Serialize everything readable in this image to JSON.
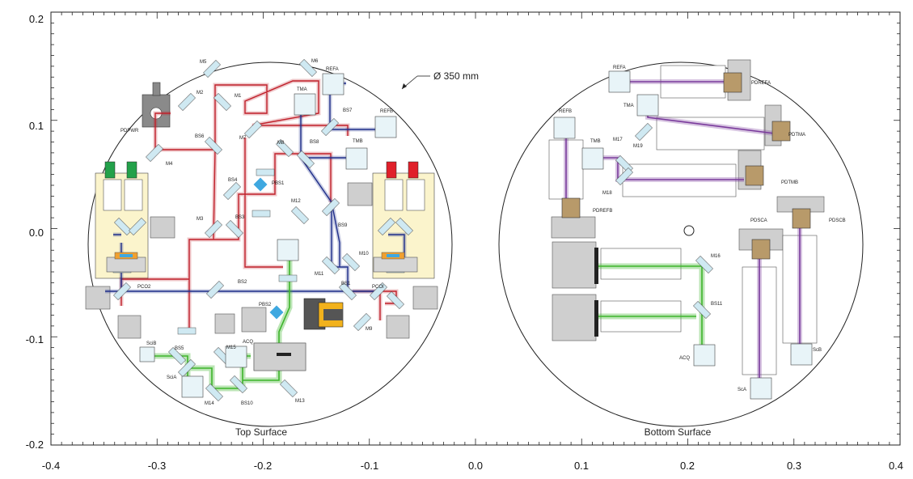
{
  "axes": {
    "x_ticks": [
      "-0.4",
      "-0.3",
      "-0.2",
      "-0.1",
      "0.0",
      "0.1",
      "0.2",
      "0.3",
      "0.4"
    ],
    "y_ticks": [
      "0.2",
      "0.1",
      "0.0",
      "-0.1",
      "-0.2"
    ]
  },
  "annotation": {
    "diameter": "Ø 350 mm"
  },
  "surfaces": {
    "top": "Top Surface",
    "bottom": "Bottom Surface"
  },
  "labels_top": {
    "M1": "M1",
    "M2": "M2",
    "M3": "M3",
    "M4": "M4",
    "M5": "M5",
    "M6": "M6",
    "M7": "M7",
    "M8": "M8",
    "M9": "M9",
    "M10": "M10",
    "M11": "M11",
    "M12": "M12",
    "M13": "M13",
    "M14": "M14",
    "M15": "M15",
    "BS1": "BS1",
    "BS2": "BS2",
    "BS3": "BS3",
    "BS4": "BS4",
    "BS5": "BS5",
    "BS6": "BS6",
    "BS7": "BS7",
    "BS8": "BS8",
    "BS9": "BS9",
    "BS10": "BS10",
    "PBS1": "PBS1",
    "PBS2": "PBS2",
    "PCO1": "PCOI",
    "PCO2": "PCO2",
    "REFA": "REFA",
    "REFB": "REFB",
    "TMA": "TMA",
    "TMB": "TMB",
    "PDPWR": "PDPWR",
    "SciA": "SciA",
    "SciB": "SciB",
    "ACQ": "ACQ"
  },
  "labels_bottom": {
    "REFA": "REFA",
    "TMA": "TMA",
    "REFB": "REFB",
    "TMB": "TMB",
    "M16": "M16",
    "M17": "M17",
    "M18": "M18",
    "M19": "M19",
    "BS11": "BS11",
    "PDREFA": "PDREFA",
    "PDTMA": "PDTMA",
    "PDTMB": "PDTMB",
    "PDREFB": "PDREFB",
    "PDSCA": "PDSCA",
    "PDSCB": "PDSCB",
    "ACQ": "ACQ",
    "SciA": "ScA",
    "SciB": "ScB"
  },
  "colors": {
    "red_beam": "#c0202a",
    "blue_beam": "#1f2e8a",
    "green_beam": "#3db52b",
    "violet_beam": "#7a3b9c",
    "optic": "#cfe9f2",
    "block": "#cfcfcf",
    "pale": "#fbf4cc"
  }
}
